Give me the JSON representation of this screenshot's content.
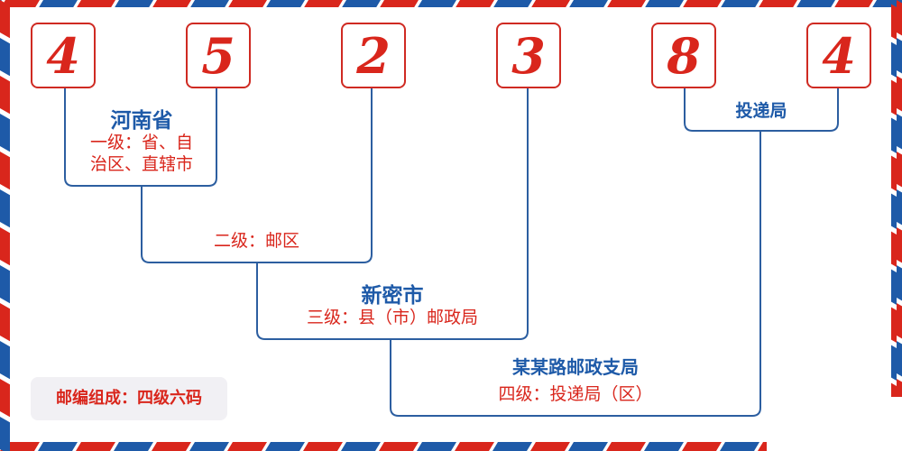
{
  "postal_code": {
    "digits": [
      "4",
      "5",
      "2",
      "3",
      "8",
      "4"
    ]
  },
  "levels": {
    "level1": {
      "region": "河南省",
      "caption_line1": "一级：省、自",
      "caption_line2": "治区、直辖市"
    },
    "level2": {
      "caption": "二级：邮区"
    },
    "level3": {
      "region": "新密市",
      "caption": "三级：县（市）邮政局"
    },
    "level4": {
      "region": "某某路邮政支局",
      "caption": "四级：投递局（区）"
    },
    "delivery": {
      "region": "投递局"
    }
  },
  "footer": {
    "summary": "邮编组成：四级六码"
  },
  "colors": {
    "digit": "#d9261c",
    "region": "#1e5aa8",
    "connector": "#2c5ea0",
    "stripe_red": "#d9261c",
    "stripe_blue": "#1e5aa8"
  }
}
